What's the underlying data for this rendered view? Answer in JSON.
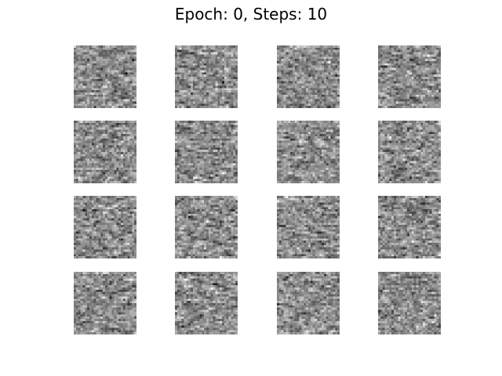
{
  "title": "Epoch: 0, Steps: 10",
  "grid": {
    "rows": 4,
    "cols": 4,
    "image_resolution": 28,
    "colormap": "gray",
    "content": "random noise samples"
  }
}
